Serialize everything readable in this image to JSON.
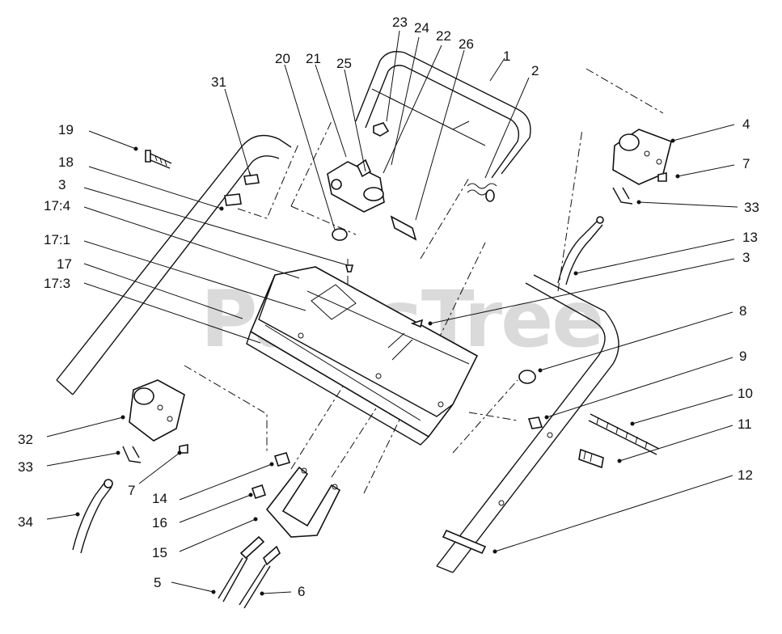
{
  "watermark": "PartsTree",
  "callouts": [
    {
      "id": "c-23",
      "text": "23"
    },
    {
      "id": "c-24",
      "text": "24"
    },
    {
      "id": "c-22",
      "text": "22"
    },
    {
      "id": "c-26",
      "text": "26"
    },
    {
      "id": "c-1",
      "text": "1"
    },
    {
      "id": "c-20",
      "text": "20"
    },
    {
      "id": "c-21",
      "text": "21"
    },
    {
      "id": "c-25",
      "text": "25"
    },
    {
      "id": "c-2",
      "text": "2"
    },
    {
      "id": "c-31",
      "text": "31"
    },
    {
      "id": "c-19",
      "text": "19"
    },
    {
      "id": "c-18",
      "text": "18"
    },
    {
      "id": "c-3a",
      "text": "3"
    },
    {
      "id": "c-17-4",
      "text": "17:4"
    },
    {
      "id": "c-17-1",
      "text": "17:1"
    },
    {
      "id": "c-17",
      "text": "17"
    },
    {
      "id": "c-17-3",
      "text": "17:3"
    },
    {
      "id": "c-4",
      "text": "4"
    },
    {
      "id": "c-7a",
      "text": "7"
    },
    {
      "id": "c-33a",
      "text": "33"
    },
    {
      "id": "c-13",
      "text": "13"
    },
    {
      "id": "c-3b",
      "text": "3"
    },
    {
      "id": "c-8",
      "text": "8"
    },
    {
      "id": "c-9",
      "text": "9"
    },
    {
      "id": "c-10",
      "text": "10"
    },
    {
      "id": "c-11",
      "text": "11"
    },
    {
      "id": "c-12",
      "text": "12"
    },
    {
      "id": "c-32",
      "text": "32"
    },
    {
      "id": "c-33b",
      "text": "33"
    },
    {
      "id": "c-7b",
      "text": "7"
    },
    {
      "id": "c-34",
      "text": "34"
    },
    {
      "id": "c-14",
      "text": "14"
    },
    {
      "id": "c-16",
      "text": "16"
    },
    {
      "id": "c-15",
      "text": "15"
    },
    {
      "id": "c-5",
      "text": "5"
    },
    {
      "id": "c-6",
      "text": "6"
    }
  ]
}
